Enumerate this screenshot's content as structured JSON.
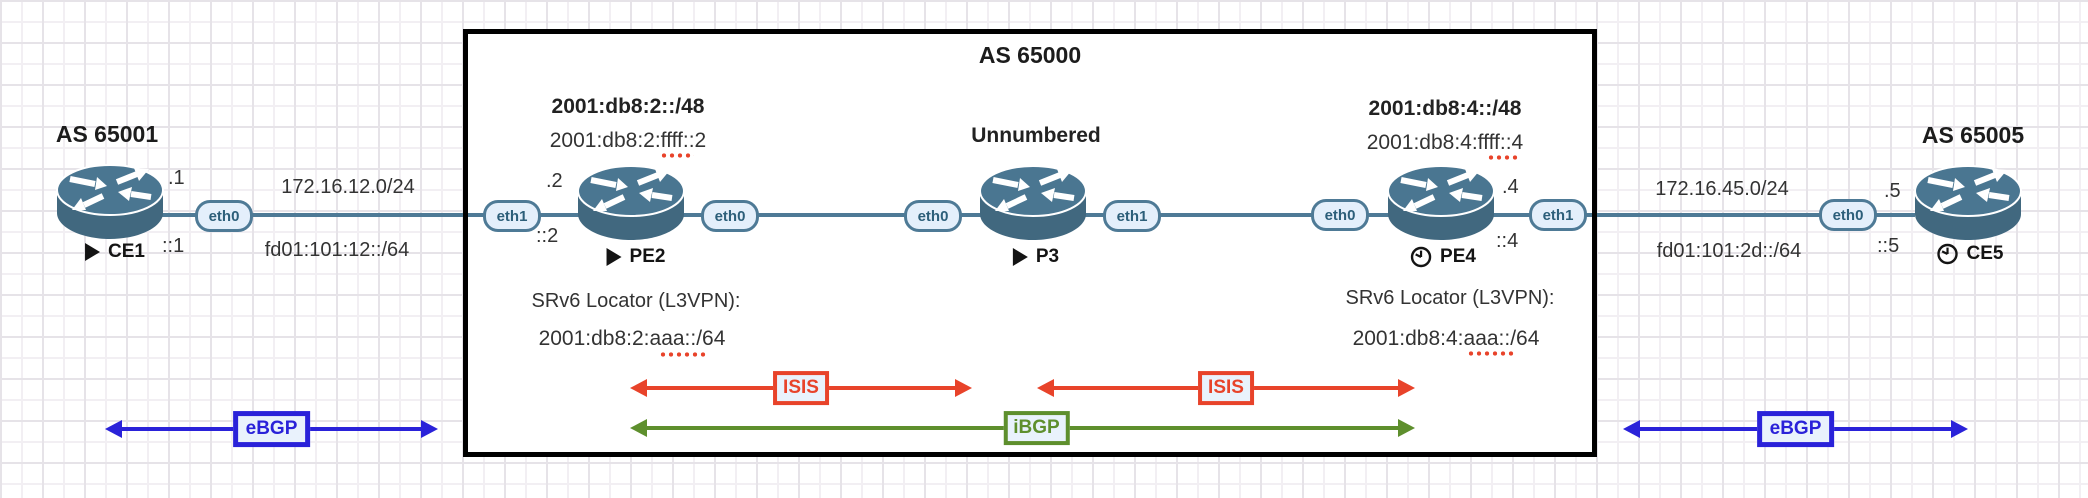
{
  "as_left": {
    "title": "AS 65001"
  },
  "as_core": {
    "title": "AS 65000"
  },
  "as_right": {
    "title": "AS 65005"
  },
  "nodes": {
    "ce1": {
      "name": "CE1",
      "icon": "play-icon",
      "v4": ".1",
      "v6": "::1"
    },
    "pe2": {
      "name": "PE2",
      "icon": "play-icon",
      "v4": ".2",
      "v6": "::2",
      "prefix": "2001:db8:2::/48",
      "address": "2001:db8:2:ffff::2",
      "srv6_title": "SRv6 Locator (L3VPN):",
      "srv6_locator": "2001:db8:2:aaa::/64"
    },
    "p3": {
      "name": "P3",
      "icon": "play-icon",
      "note": "Unnumbered"
    },
    "pe4": {
      "name": "PE4",
      "icon": "clock-icon",
      "v4": ".4",
      "v6": "::4",
      "prefix": "2001:db8:4::/48",
      "address": "2001:db8:4:ffff::4",
      "srv6_title": "SRv6 Locator (L3VPN):",
      "srv6_locator": "2001:db8:4:aaa::/64"
    },
    "ce5": {
      "name": "CE5",
      "icon": "clock-icon",
      "v4": ".5",
      "v6": "::5"
    }
  },
  "links": {
    "ce1_pe2": {
      "v4_subnet": "172.16.12.0/24",
      "v6_subnet": "fd01:101:12::/64"
    },
    "pe4_ce5": {
      "v4_subnet": "172.16.45.0/24",
      "v6_subnet": "fd01:101:2d::/64"
    }
  },
  "interfaces": {
    "ce1_eth0": "eth0",
    "pe2_eth1": "eth1",
    "pe2_eth0": "eth0",
    "p3_eth0": "eth0",
    "p3_eth1": "eth1",
    "pe4_eth0": "eth0",
    "pe4_eth1": "eth1",
    "ce5_eth0": "eth0"
  },
  "protocols": {
    "isis_left": "ISIS",
    "isis_right": "ISIS",
    "ibgp": "iBGP",
    "ebgp_left": "eBGP",
    "ebgp_right": "eBGP"
  },
  "colors": {
    "router": "#4a7691",
    "link": "#4e7a96",
    "isis": "#e8432a",
    "ibgp": "#5e8f2d",
    "ebgp": "#2a22d9",
    "label_fill": "#e9f2fc",
    "box_border": "#000000"
  }
}
